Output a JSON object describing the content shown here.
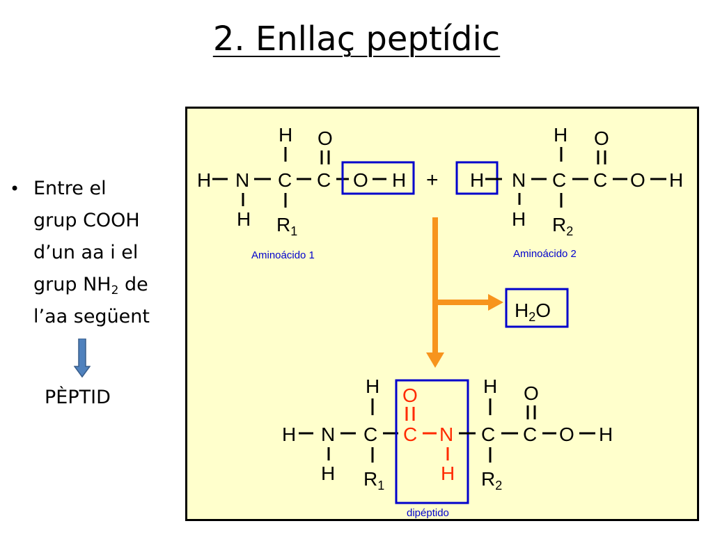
{
  "slide": {
    "title": "2. Enllaç peptídic",
    "bullet": {
      "line1": "Entre el",
      "line2": "grup COOH",
      "line3": "d’un aa i el",
      "line4_pre": "grup NH",
      "line4_sub": "2",
      "line4_post": " de",
      "line5": "l’aa següent"
    },
    "result": "PÈPTID"
  },
  "diagram": {
    "amino1_caption": "Aminoácido 1",
    "amino2_caption": "Aminoácido 2",
    "dipeptide_caption": "dipéptido",
    "plus": "+",
    "water_h": "H",
    "water_sub": "2",
    "water_o": "O",
    "r1": "R",
    "r1_sub": "1",
    "r2": "R",
    "r2_sub": "2",
    "atom_h": "H",
    "atom_n": "N",
    "atom_c": "C",
    "atom_o": "O"
  },
  "colors": {
    "panel_bg": "#ffffcc",
    "highlight_box": "#0000cc",
    "peptide_bond": "#ff2a00",
    "reaction_arrow": "#f7941d",
    "caption": "#0000cc",
    "side_arrow": "#4f81bd"
  }
}
